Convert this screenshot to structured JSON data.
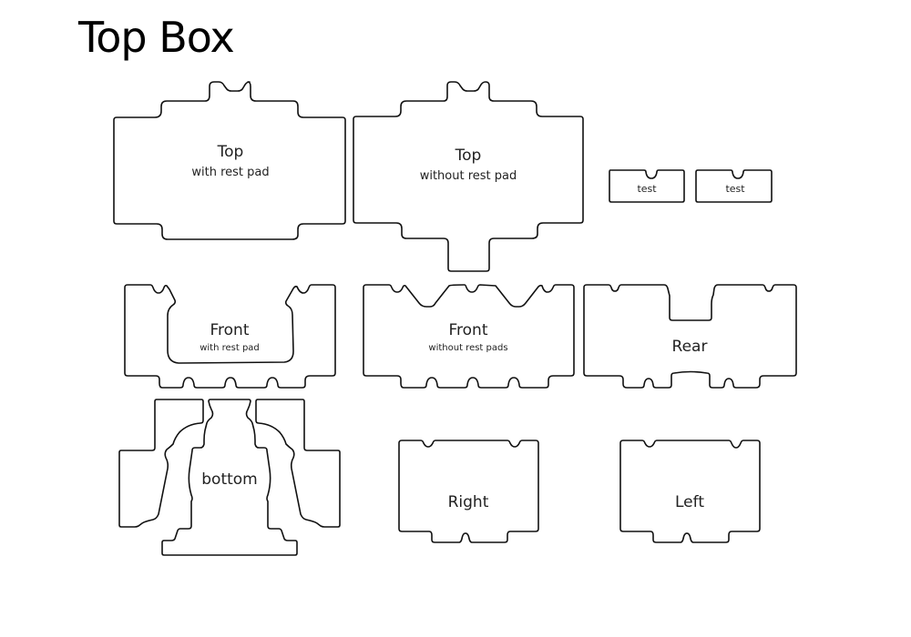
{
  "title": "Top Box",
  "colors": {
    "outline": "#111111",
    "label": "#222222",
    "background": "#ffffff"
  },
  "pieces": {
    "top_with_pad": {
      "label": "Top",
      "sublabel": "with rest pad"
    },
    "top_without_pad": {
      "label": "Top",
      "sublabel": "without rest pad"
    },
    "test1": {
      "label": "test"
    },
    "test2": {
      "label": "test"
    },
    "front_with_pad": {
      "label": "Front",
      "sublabel": "with rest pad"
    },
    "front_without_pads": {
      "label": "Front",
      "sublabel": "without rest pads"
    },
    "rear": {
      "label": "Rear"
    },
    "bottom": {
      "label": "bottom"
    },
    "right": {
      "label": "Right"
    },
    "left": {
      "label": "Left"
    }
  }
}
